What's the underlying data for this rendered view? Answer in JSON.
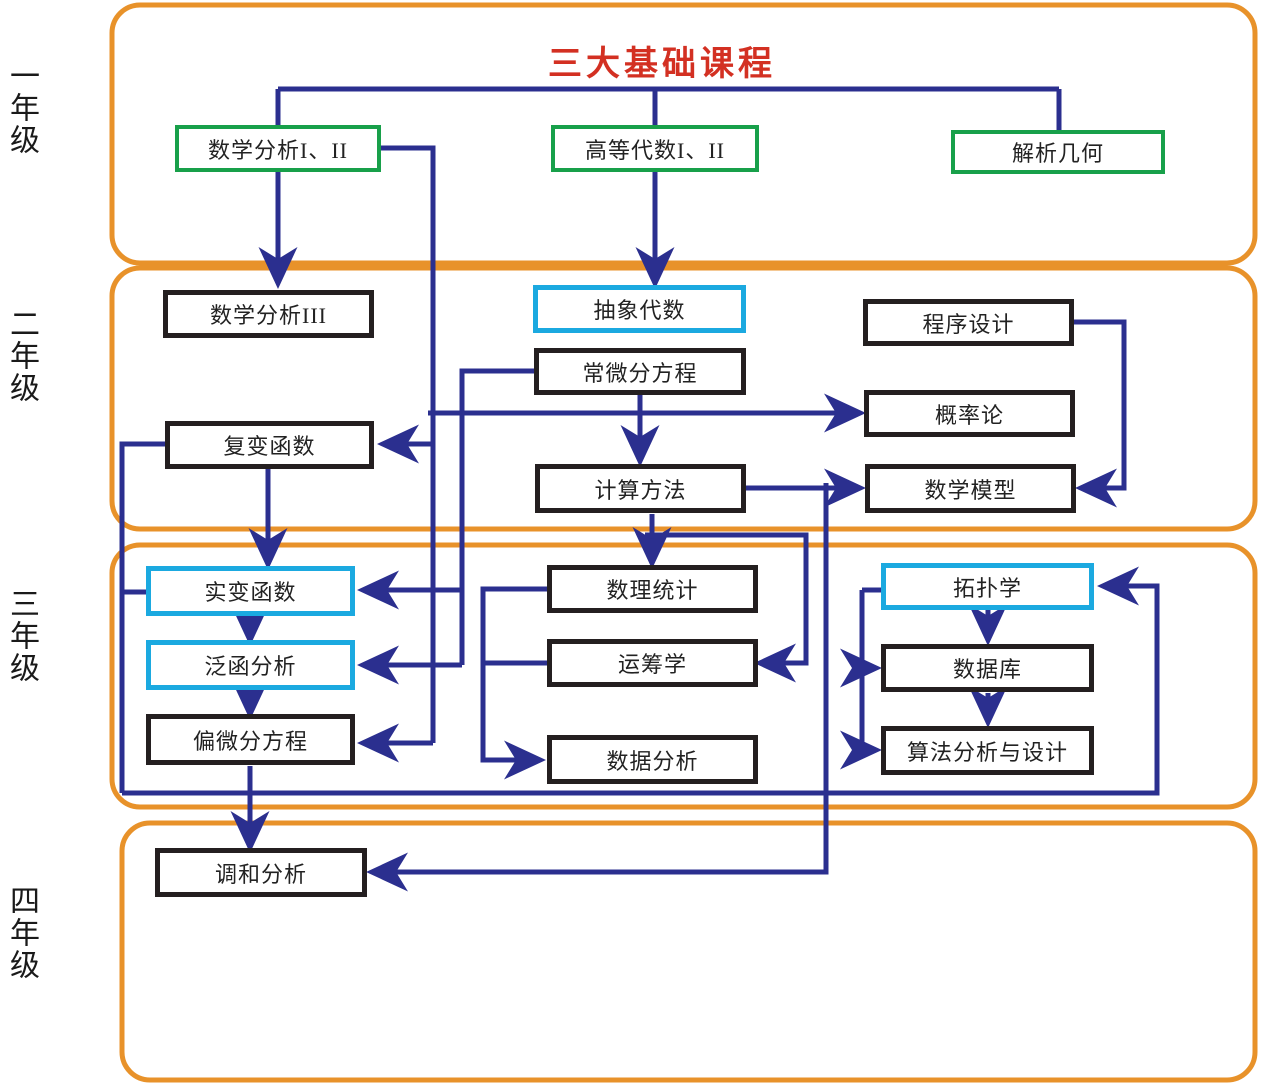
{
  "diagram": {
    "title": "三大基础课程",
    "title_color": "#d33022",
    "container_color": "#e8922a",
    "arrow_color": "#2b2f8f",
    "box_colors": {
      "green": "#18a04a",
      "black": "#241f20",
      "cyan": "#1ba9e0"
    }
  },
  "years": [
    {
      "label": "一年级"
    },
    {
      "label": "二年级"
    },
    {
      "label": "三年级"
    },
    {
      "label": "四年级"
    }
  ],
  "nodes": {
    "math_analysis_1_2": "数学分析I、II",
    "advanced_algebra_1_2": "高等代数I、II",
    "analytic_geometry": "解析几何",
    "math_analysis_3": "数学分析III",
    "abstract_algebra": "抽象代数",
    "ode": "常微分方程",
    "programming": "程序设计",
    "complex_function": "复变函数",
    "probability": "概率论",
    "computational_method": "计算方法",
    "math_model": "数学模型",
    "real_function": "实变函数",
    "math_statistics": "数理统计",
    "topology": "拓扑学",
    "functional_analysis": "泛函分析",
    "operations_research": "运筹学",
    "database": "数据库",
    "pde": "偏微分方程",
    "data_analysis": "数据分析",
    "algorithm_design": "算法分析与设计",
    "harmonic_analysis": "调和分析"
  }
}
